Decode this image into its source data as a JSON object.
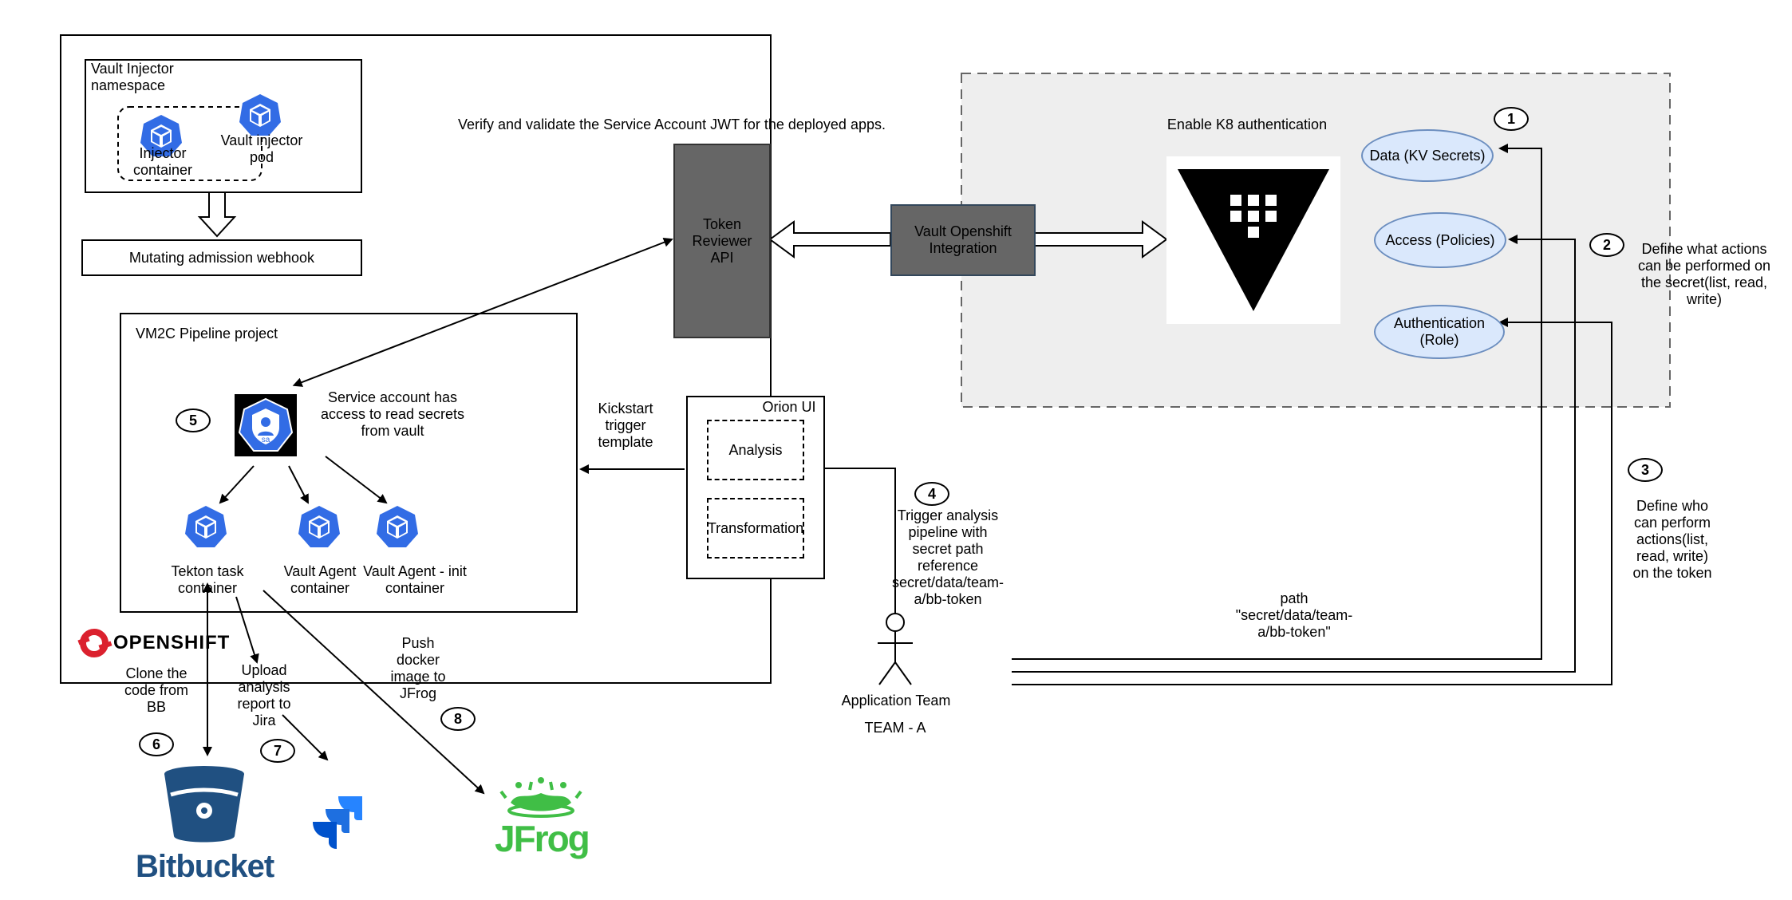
{
  "injector_ns": {
    "title": "Vault Injector namespace",
    "injector_container": "Injector container",
    "injector_pod": "Vault injector pod"
  },
  "webhook": {
    "label": "Mutating admission webhook"
  },
  "pipeline": {
    "title": "VM2C Pipeline project"
  },
  "service_account": {
    "note": "Service account has access to read secrets from vault",
    "badge": "sa"
  },
  "containers": {
    "tekton": "Tekton task container",
    "agent": "Vault Agent container",
    "agent_init": "Vault Agent - init container"
  },
  "openshift": {
    "logo_text": "OPENSHIFT"
  },
  "verify_text": "Verify and validate the Service Account JWT for the deployed apps.",
  "token_reviewer": {
    "label": "Token Reviewer API"
  },
  "vault_integration": {
    "label": "Vault Openshift Integration"
  },
  "vault": {
    "enable_label": "Enable K8 authentication",
    "data_label": "Data (KV Secrets)",
    "access_label": "Access (Policies)",
    "auth_label": "Authentication (Role)"
  },
  "orion": {
    "title": "Orion UI",
    "analysis": "Analysis",
    "transformation": "Transformation"
  },
  "kickstart": "Kickstart trigger template",
  "trigger": "Trigger analysis pipeline with secret path reference secret/data/team-a/bb-token",
  "actor": {
    "name": "Application Team",
    "team": "TEAM - A"
  },
  "path_label": "path \"secret/data/team-a/bb-token\"",
  "policy_note": "Define what actions can be performed on the secret(list, read, write)",
  "role_note": "Define who can perform actions(list, read, write) on the token",
  "flows": {
    "clone": "Clone the code from BB",
    "upload": "Upload analysis report to Jira",
    "push": "Push docker image to JFrog"
  },
  "steps": [
    "1",
    "2",
    "3",
    "4",
    "5",
    "6",
    "7",
    "8"
  ],
  "logos": {
    "bitbucket": "Bitbucket",
    "jfrog": "JFrog"
  },
  "colors": {
    "k8s_blue": "#326ce5",
    "vault_box": "#666666",
    "ellipse_fill": "#dae8fc",
    "ellipse_stroke": "#6c8ebf",
    "bitbucket": "#205081",
    "jira": "#2684ff",
    "jfrog": "#40be46",
    "openshift_red": "#db212e"
  },
  "icons": [
    "kubernetes-pod-icon",
    "service-account-icon",
    "vault-logo-icon",
    "bitbucket-logo-icon",
    "jira-logo-icon",
    "jfrog-logo-icon",
    "openshift-logo-icon",
    "person-icon"
  ]
}
